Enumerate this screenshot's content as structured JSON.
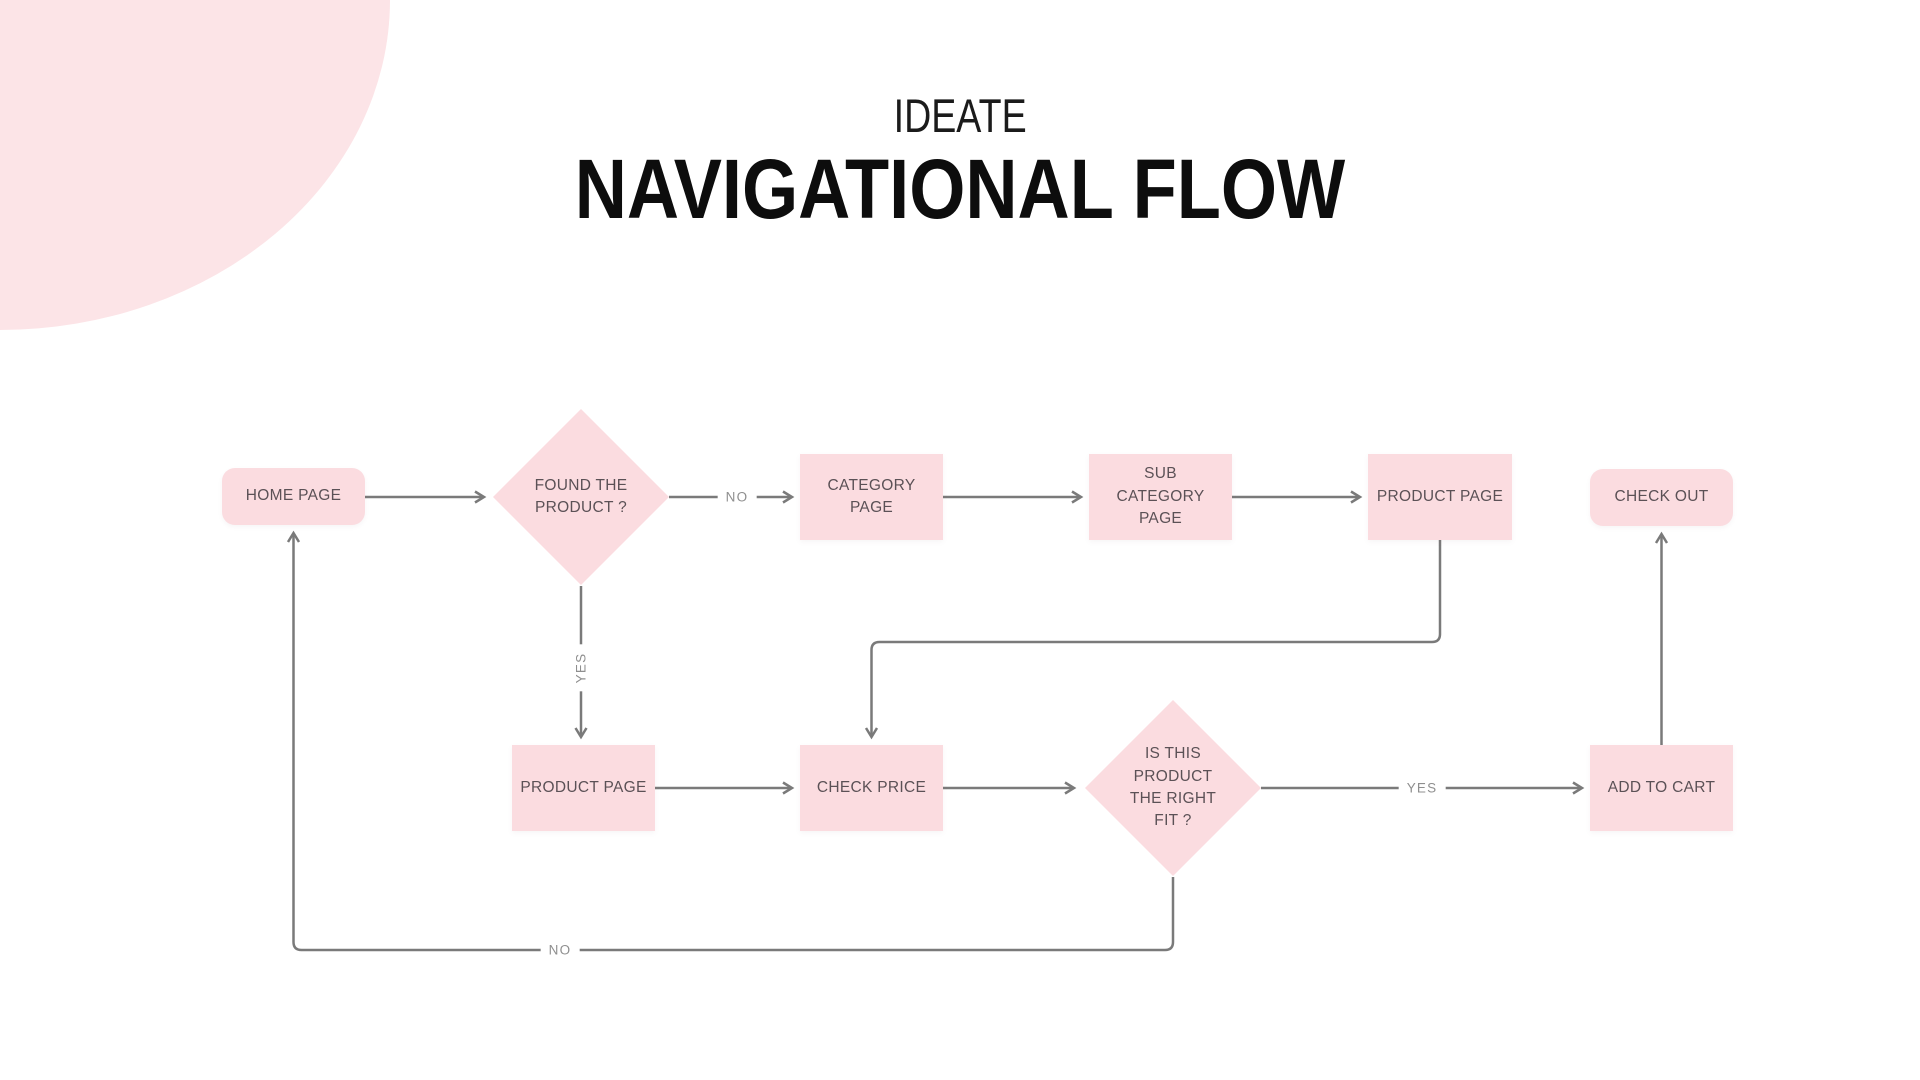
{
  "title": {
    "eyebrow": "IDEATE",
    "heading": "NAVIGATIONAL FLOW"
  },
  "nodes": {
    "home": {
      "label": "HOME PAGE",
      "shape": "rounded"
    },
    "found_product": {
      "label": "FOUND THE PRODUCT ?",
      "shape": "diamond"
    },
    "category": {
      "label": "CATEGORY PAGE",
      "shape": "rect"
    },
    "sub_category": {
      "label": "SUB CATEGORY PAGE",
      "shape": "rect"
    },
    "product_top": {
      "label": "PRODUCT PAGE",
      "shape": "rect"
    },
    "check_out": {
      "label": "CHECK OUT",
      "shape": "rounded"
    },
    "product_bottom": {
      "label": "PRODUCT PAGE",
      "shape": "rect"
    },
    "check_price": {
      "label": "CHECK PRICE",
      "shape": "rect"
    },
    "right_fit": {
      "label": "IS THIS PRODUCT THE RIGHT FIT ?",
      "shape": "diamond"
    },
    "add_to_cart": {
      "label": "ADD TO CART",
      "shape": "rect"
    }
  },
  "edge_labels": {
    "found_no": "NO",
    "found_yes": "YES",
    "fit_yes": "YES",
    "fit_no": "NO"
  },
  "colors": {
    "node_fill": "#fbdce0",
    "corner_blob": "#fce4e7",
    "connector": "#7a7a7a",
    "node_text": "#5b5156",
    "edge_label_text": "#8f8f8f",
    "title_text": "#0d0d0d"
  }
}
